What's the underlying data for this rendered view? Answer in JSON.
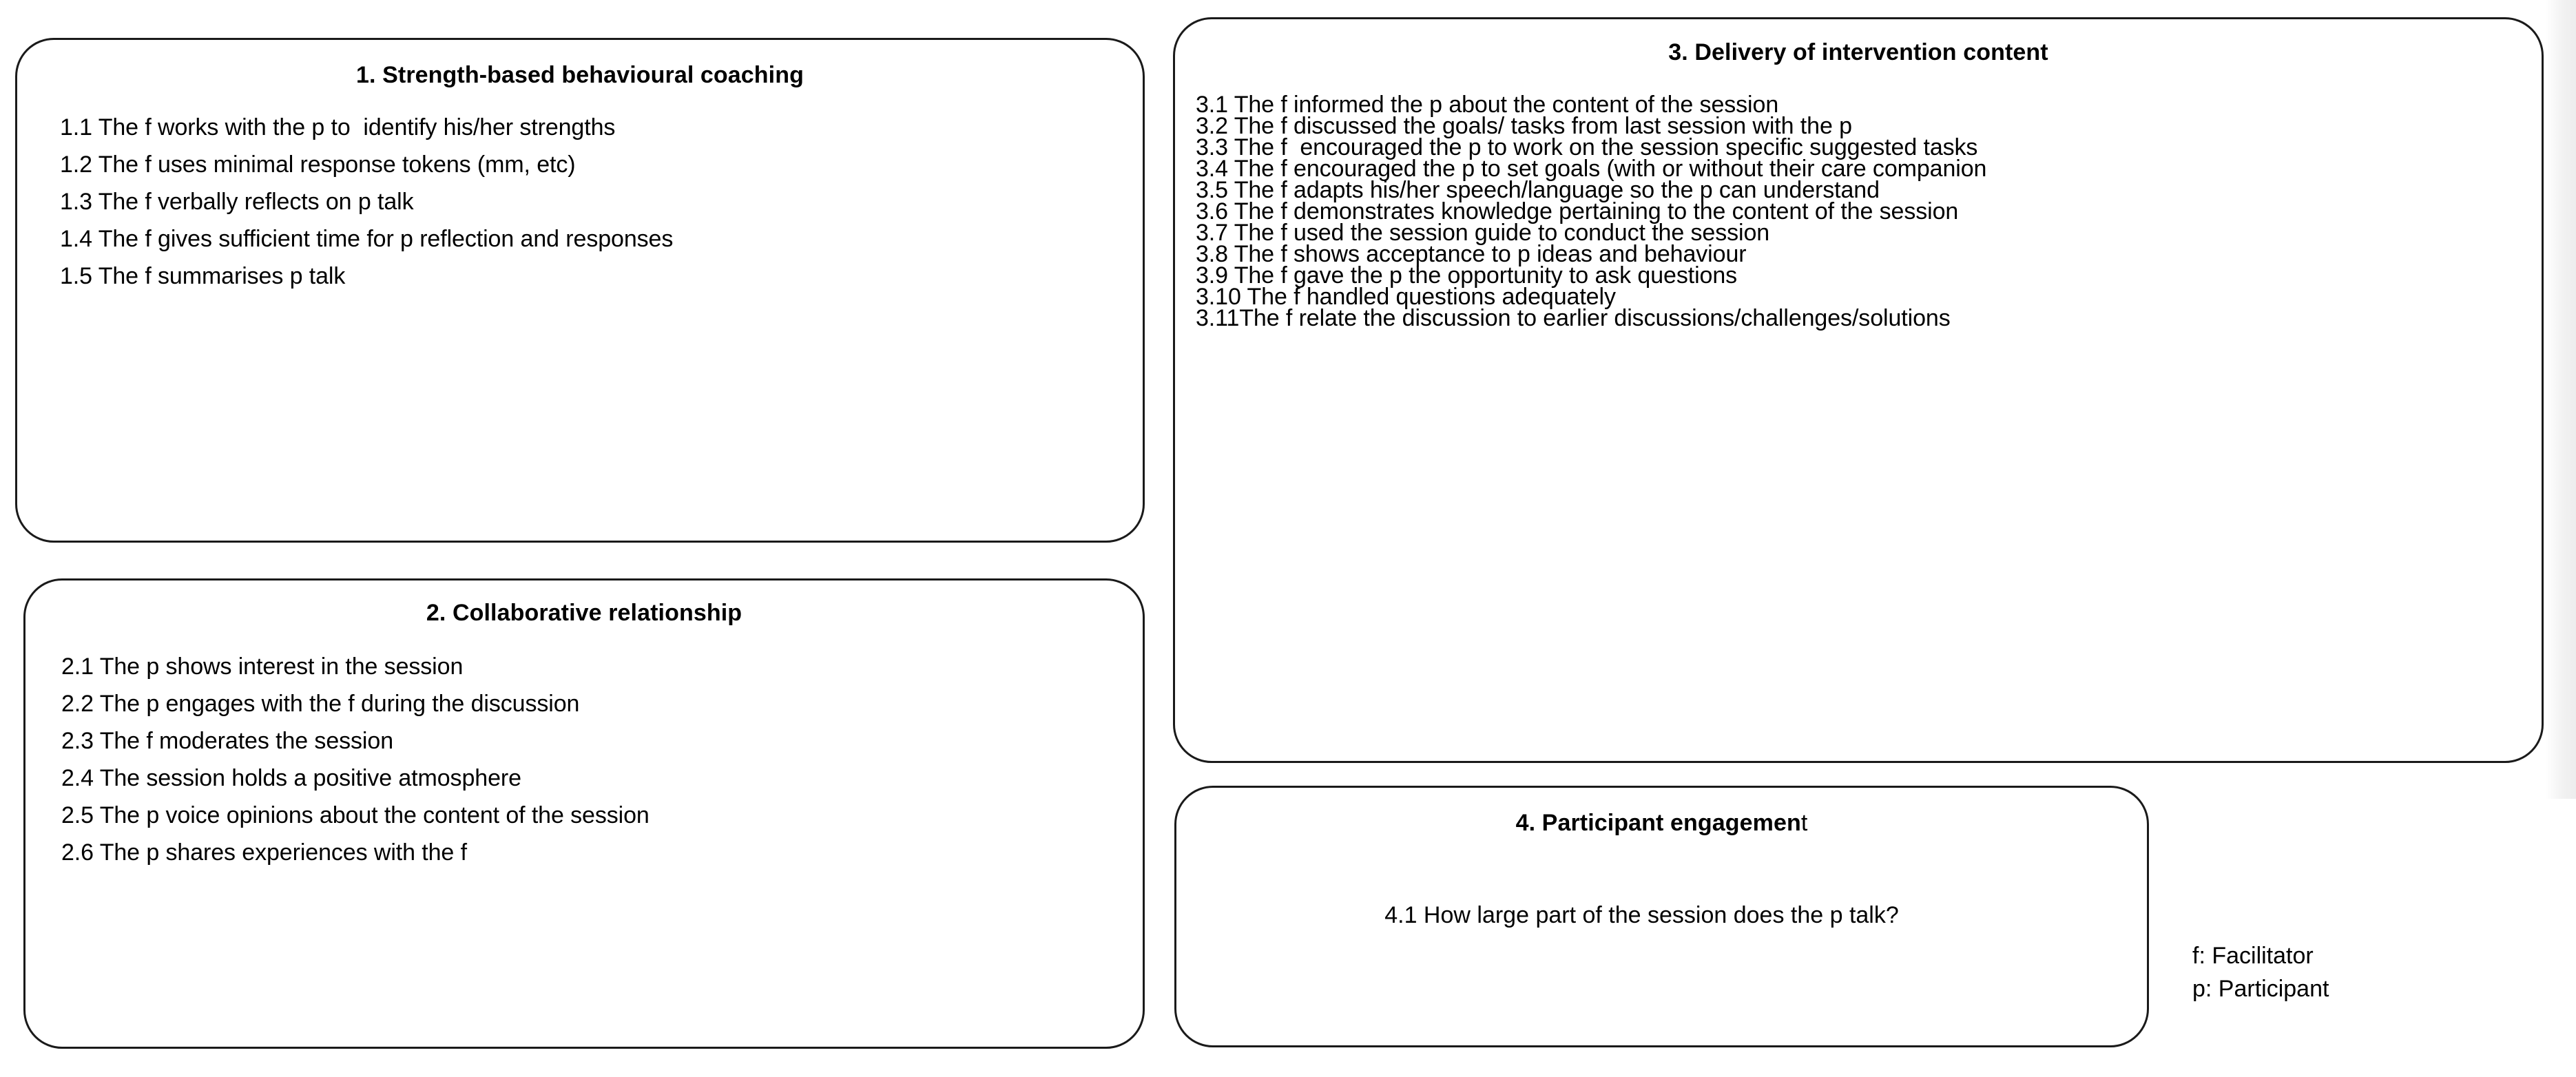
{
  "figure": {
    "type": "fidelity-checklist-diagram",
    "background_color": "#ffffff",
    "border_color": "#1a1a1a"
  },
  "panels": [
    {
      "id": "1",
      "title": "1. Strength-based behavioural coaching",
      "items": [
        "1.1 The f works with the p to  identify his/her strengths",
        "1.2 The f uses minimal response tokens (mm, etc)",
        "1.3 The f verbally reflects on p talk",
        "1.4 The f gives sufficient time for p reflection and responses",
        "1.5 The f summarises p talk"
      ]
    },
    {
      "id": "2",
      "title": "2. Collaborative relationship",
      "items": [
        "2.1 The p shows interest in the session",
        "2.2 The p engages with the f during the discussion",
        "2.3 The f moderates the session",
        "2.4 The session holds a positive atmosphere",
        "2.5 The p voice opinions about the content of the session",
        "2.6 The p shares experiences with the f"
      ]
    },
    {
      "id": "3",
      "title": "3. Delivery of intervention content",
      "items": [
        "3.1 The f informed the p about the content of the session",
        "3.2 The f discussed the goals/ tasks from last session with the p",
        "3.3 The f  encouraged the p to work on the session specific suggested tasks",
        "3.4 The f encouraged the p to set goals (with or without their care companion",
        "3.5 The f adapts his/her speech/language so the p can understand",
        "3.6 The f demonstrates knowledge pertaining to the content of the session",
        "3.7 The f used the session guide to conduct the session",
        "3.8 The f shows acceptance to p ideas and behaviour",
        "3.9 The f gave the p the opportunity to ask questions",
        "3.10 The f handled questions adequately",
        "3.11The f relate the discussion to earlier discussions/challenges/solutions"
      ]
    },
    {
      "id": "4",
      "title_main": "4. Participant engagemen",
      "title_tail": "t",
      "items": [
        "4.1 How large part of the session does the p talk?"
      ]
    }
  ],
  "legend": {
    "facilitator": "f: Facilitator",
    "participant": "p: Participant"
  }
}
